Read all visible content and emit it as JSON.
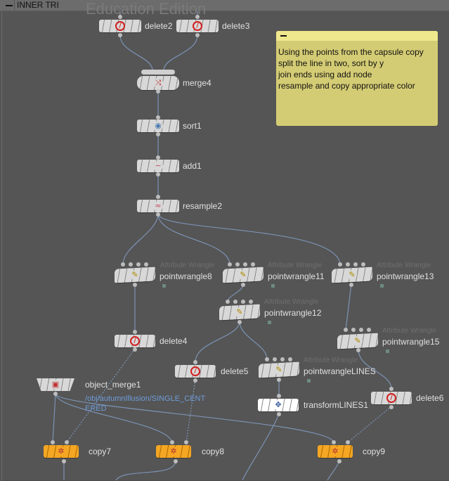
{
  "network_box": {
    "title": "INNER TRI",
    "watermark": "Education Edition"
  },
  "sticky_note": {
    "lines": [
      "Using the points from the capsule copy",
      "split the line in two, sort by y",
      "join ends using add node",
      "resample and copy appropriate color"
    ],
    "color": "#d4cc74"
  },
  "nodes": {
    "delete2": {
      "name": "delete2"
    },
    "delete3": {
      "name": "delete3"
    },
    "merge4": {
      "name": "merge4"
    },
    "sort1": {
      "name": "sort1"
    },
    "add1": {
      "name": "add1"
    },
    "resample2": {
      "name": "resample2"
    },
    "pointwrangle8": {
      "name": "pointwrangle8",
      "type": "Attribute Wrangle"
    },
    "pointwrangle11": {
      "name": "pointwrangle11",
      "type": "Attribute Wrangle"
    },
    "pointwrangle13": {
      "name": "pointwrangle13",
      "type": "Attribute Wrangle"
    },
    "pointwrangle12": {
      "name": "pointwrangle12",
      "type": "Attribute Wrangle"
    },
    "pointwrangle15": {
      "name": "pointwrangle15",
      "type": "Attribute Wrangle"
    },
    "pointwrangleLINES": {
      "name": "pointwrangleLINES",
      "type": "Attribute Wrangle"
    },
    "delete4": {
      "name": "delete4"
    },
    "delete5": {
      "name": "delete5"
    },
    "delete6": {
      "name": "delete6"
    },
    "object_merge1": {
      "name": "object_merge1",
      "path": "/obj/autumnIllusion/SINGLE_CENT",
      "path2": "ERED"
    },
    "transformLINES1": {
      "name": "transformLINES1"
    },
    "copy7": {
      "name": "copy7"
    },
    "copy8": {
      "name": "copy8"
    },
    "copy9": {
      "name": "copy9"
    }
  },
  "colors": {
    "copy_node": "#f5a623",
    "wire": "#7b93b5",
    "background": "#555555"
  }
}
